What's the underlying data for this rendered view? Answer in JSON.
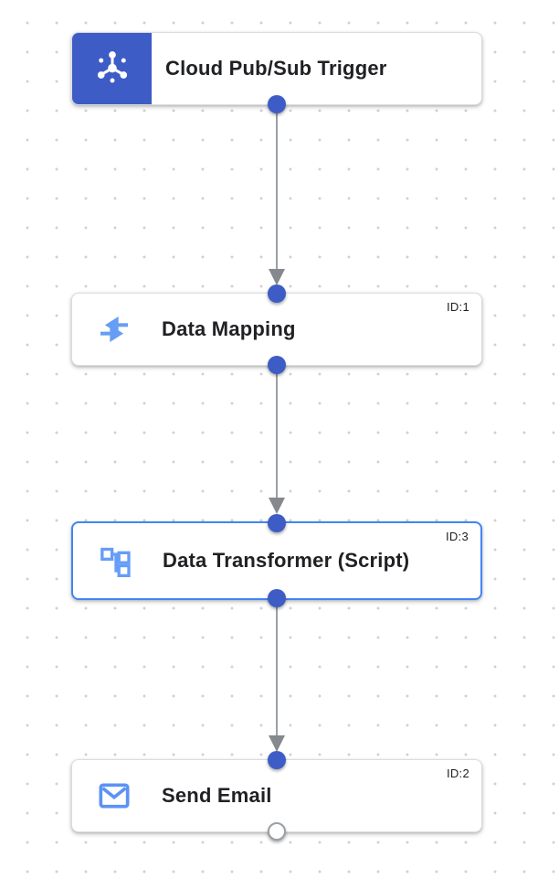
{
  "canvas": {
    "nodes": [
      {
        "label": "Cloud Pub/Sub Trigger",
        "type": "trigger",
        "icon": "pubsub-icon"
      },
      {
        "label": "Data Mapping",
        "id_label": "ID:1",
        "type": "task",
        "icon": "data-mapping-icon"
      },
      {
        "label": "Data Transformer (Script)",
        "id_label": "ID:3",
        "type": "task",
        "icon": "data-transformer-icon",
        "selected": true
      },
      {
        "label": "Send Email",
        "id_label": "ID:2",
        "type": "task",
        "icon": "send-email-icon"
      }
    ],
    "edges": [
      {
        "from": "Cloud Pub/Sub Trigger",
        "to": "Data Mapping"
      },
      {
        "from": "Data Mapping",
        "to": "Data Transformer (Script)"
      },
      {
        "from": "Data Transformer (Script)",
        "to": "Send Email"
      }
    ],
    "colors": {
      "trigger_accent": "#3d5cc6",
      "port_fill": "#3d5cc6",
      "port_open_fill": "#ffffff",
      "icon_blue": "#669df6",
      "selected_border": "#4285f4",
      "edge_line": "#9aa0a6",
      "edge_arrow": "#85898d",
      "card_border": "#dadce0",
      "title_text": "#202124",
      "grid_dot": "#d0d0d0"
    }
  }
}
